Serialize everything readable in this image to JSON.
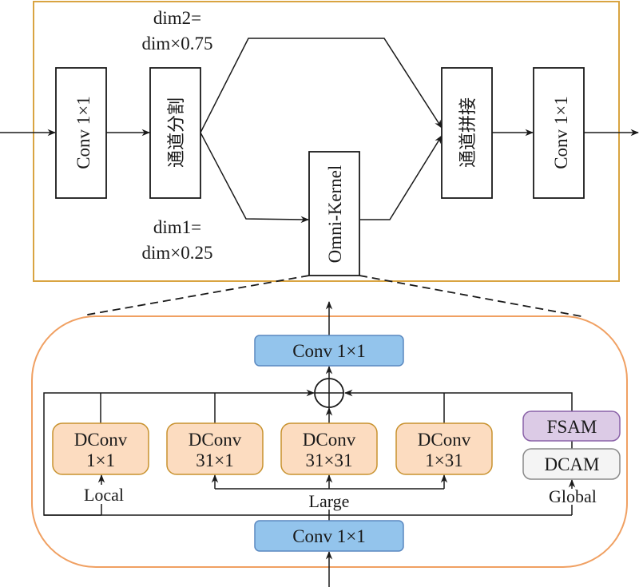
{
  "top_module": {
    "input_conv": "Conv 1×1",
    "channel_split": "通道分割",
    "omni_kernel": "Omni-Kernel",
    "channel_concat": "通道拼接",
    "output_conv": "Conv 1×1",
    "dim2_line1": "dim2=",
    "dim2_line2": "dim×0.75",
    "dim1_line1": "dim1=",
    "dim1_line2": "dim×0.25",
    "border_color": "#d9a441"
  },
  "omni_kernel_detail": {
    "top_conv": "Conv 1×1",
    "bottom_conv": "Conv 1×1",
    "sum_symbol": "⊕",
    "branches": [
      {
        "line1": "DConv",
        "line2": "1×1"
      },
      {
        "line1": "DConv",
        "line2": "31×1"
      },
      {
        "line1": "DConv",
        "line2": "31×31"
      },
      {
        "line1": "DConv",
        "line2": "1×31"
      }
    ],
    "fsam": "FSAM",
    "dcam": "DCAM",
    "label_local": "Local",
    "label_large": "Large",
    "label_global": "Global",
    "border_color": "#f0a062",
    "conv_fill": "#93c4ec",
    "conv_stroke": "#5a88c0",
    "dconv_fill": "#fcdcc0",
    "dconv_stroke": "#c8922e",
    "fsam_fill": "#dccbe6",
    "fsam_stroke": "#8a62a8",
    "dcam_fill": "#f4f4f4",
    "dcam_stroke": "#8a8a8a"
  }
}
